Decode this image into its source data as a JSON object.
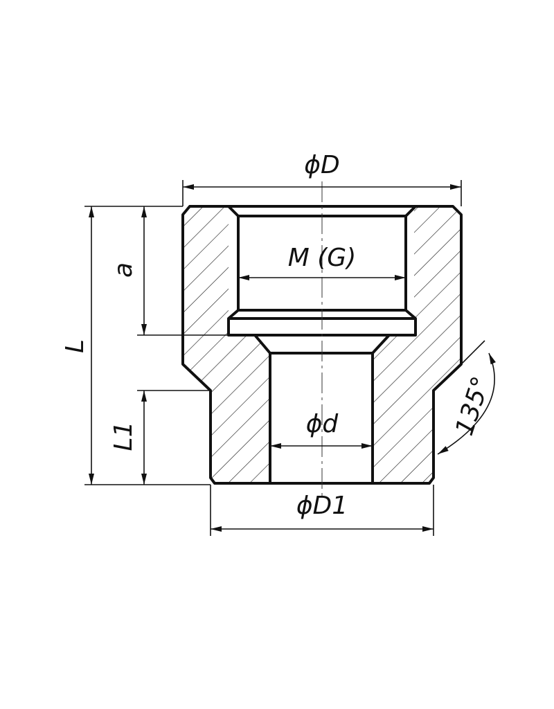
{
  "labels": {
    "outer_diameter": "ϕD",
    "thread": "M (G)",
    "bore_diameter": "ϕd",
    "lower_diameter": "ϕD1",
    "total_length": "L",
    "lower_length": "L1",
    "thread_depth": "a",
    "angle": "135°"
  },
  "colors": {
    "line": "#111111",
    "background": "#ffffff"
  }
}
